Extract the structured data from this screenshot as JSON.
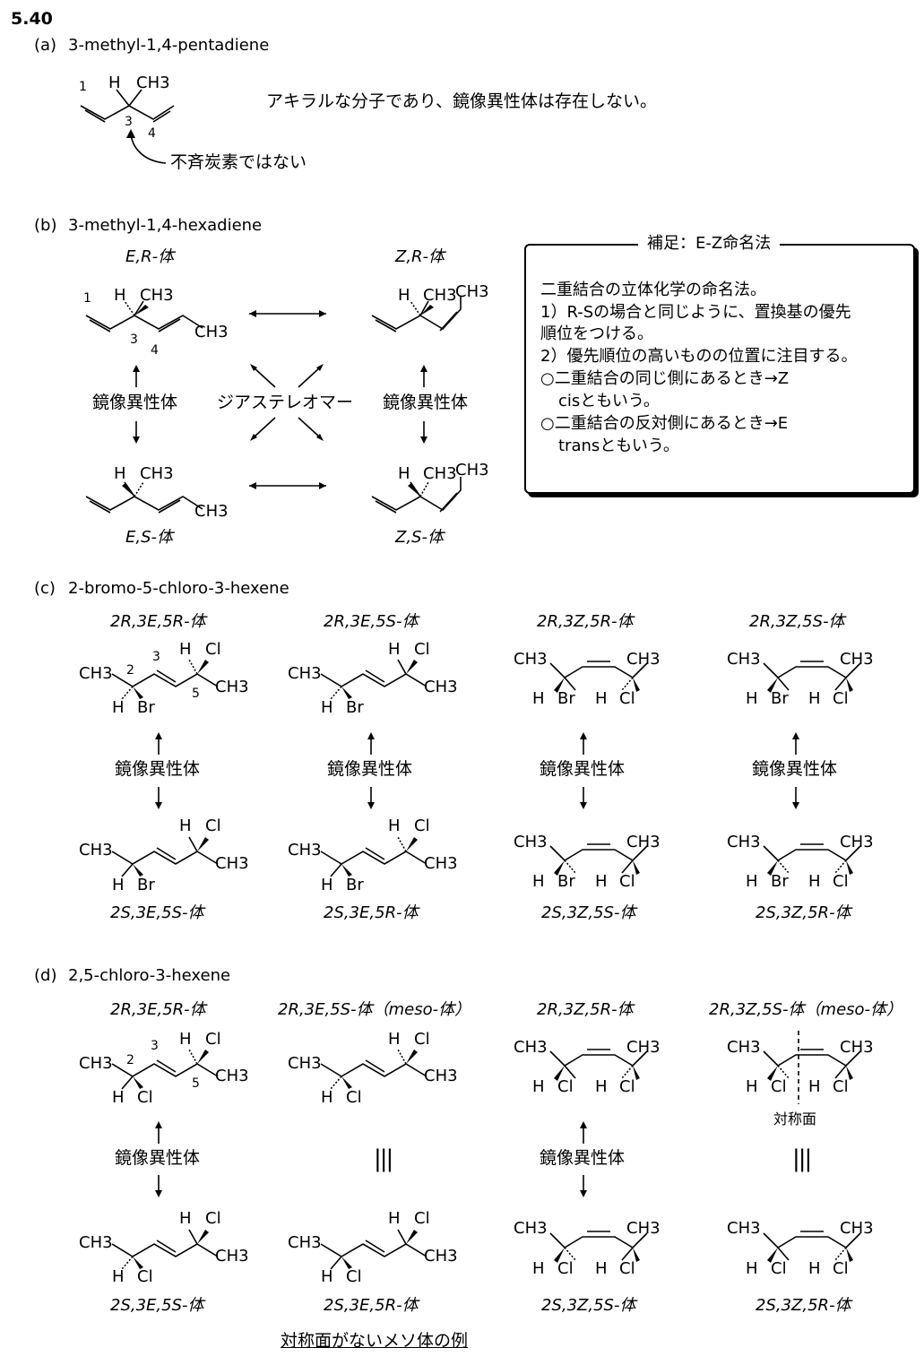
{
  "problem_number": "5.40",
  "a": {
    "label": "(a)",
    "name": "3-methyl-1,4-pentadiene",
    "comment": "アキラルな分子であり、鏡像異性体は存在しない。",
    "arrow_note": "不斉炭素ではない",
    "atoms": {
      "h": "H",
      "ch3": "CH3",
      "c1": "1",
      "c3": "3",
      "c4": "4"
    }
  },
  "b": {
    "label": "(b)",
    "name": "3-methyl-1,4-hexadiene",
    "isomers": {
      "er": "E,R-体",
      "zr": "Z,R-体",
      "es": "E,S-体",
      "zs": "Z,S-体"
    },
    "enantiomer": "鏡像異性体",
    "diastereomer": "ジアステレオマー",
    "locants": {
      "c1": "1",
      "c3": "3",
      "c4": "4"
    }
  },
  "note_box": {
    "title": "補足：E-Z命名法",
    "lines": [
      "二重結合の立体化学の命名法。",
      "1）R-Sの場合と同じように、置換基の優先",
      "順位をつける。",
      "2）優先順位の高いものの位置に注目する。",
      "○二重結合の同じ側にあるとき→Z",
      "cisともいう。",
      "○二重結合の反対側にあるとき→E",
      "transともいう。"
    ]
  },
  "c": {
    "label": "(c)",
    "name": "2-bromo-5-chloro-3-hexene",
    "top": [
      "2R,3E,5R-体",
      "2R,3E,5S-体",
      "2R,3Z,5R-体",
      "2R,3Z,5S-体"
    ],
    "bottom": [
      "2S,3E,5S-体",
      "2S,3E,5R-体",
      "2S,3Z,5S-体",
      "2S,3Z,5R-体"
    ],
    "enantiomer": "鏡像異性体",
    "atoms": {
      "ch3": "CH3",
      "h": "H",
      "br": "Br",
      "cl": "Cl",
      "c2": "2",
      "c3": "3",
      "c5": "5"
    }
  },
  "d": {
    "label": "(d)",
    "name": "2,5-chloro-3-hexene",
    "top": [
      "2R,3E,5R-体",
      "2R,3E,5S-体（meso-体）",
      "2R,3Z,5R-体",
      "2R,3Z,5S-体（meso-体）"
    ],
    "bottom": [
      "2S,3E,5S-体",
      "2S,3E,5R-体",
      "2S,3Z,5S-体",
      "2S,3Z,5R-体"
    ],
    "enantiomer": "鏡像異性体",
    "identical": "|||",
    "mirror_plane": "対称面",
    "footnote": "対称面がないメソ体の例",
    "atoms": {
      "ch3": "CH3",
      "h": "H",
      "cl": "Cl",
      "c2": "2",
      "c3": "3",
      "c5": "5"
    }
  }
}
